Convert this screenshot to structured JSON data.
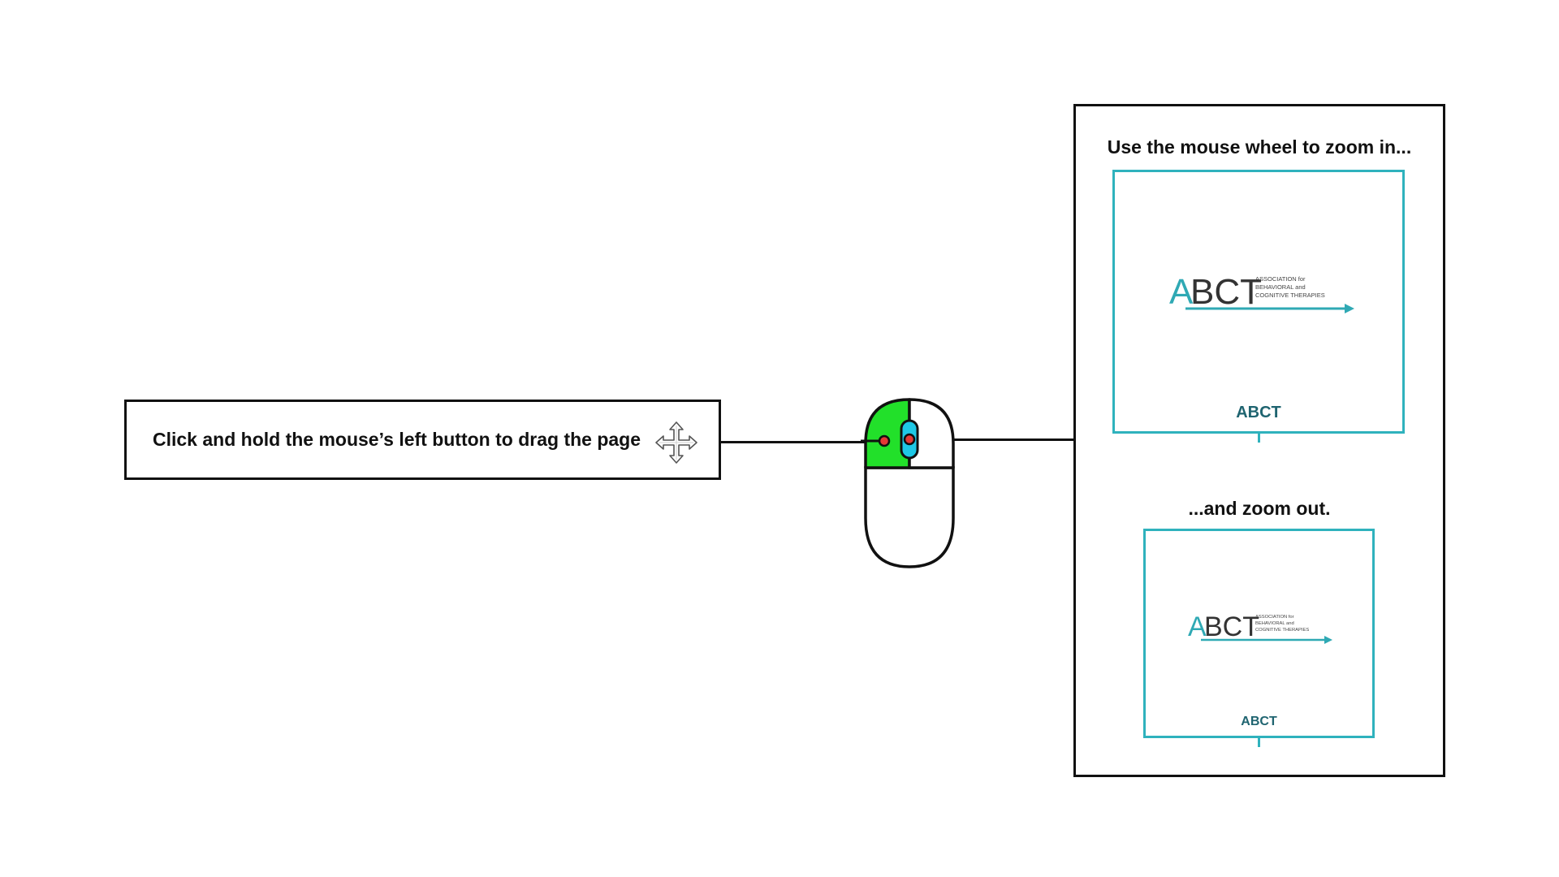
{
  "drag_instruction": {
    "text": "Click and hold the mouse’s left button to drag the page",
    "icon": "move-cross-icon"
  },
  "mouse": {
    "icon": "mouse-icon",
    "left_button_color": "#22e02a",
    "wheel_color": "#1ec8e6",
    "indicator_color": "#e53935"
  },
  "zoom_instructions": {
    "zoom_in_label": "Use the mouse wheel to zoom in...",
    "zoom_out_label": "...and zoom out.",
    "card_border_color": "#2fb2bd",
    "large_card": {
      "logo_letters": "ABCT",
      "logo_line_1": "ASSOCIATION for",
      "logo_line_2": "BEHAVIORAL and",
      "logo_line_3": "COGNITIVE THERAPIES",
      "caption": "ABCT"
    },
    "small_card": {
      "logo_letters": "ABCT",
      "logo_line_1": "ASSOCIATION for",
      "logo_line_2": "BEHAVIORAL and",
      "logo_line_3": "COGNITIVE THERAPIES",
      "caption": "ABCT"
    }
  }
}
